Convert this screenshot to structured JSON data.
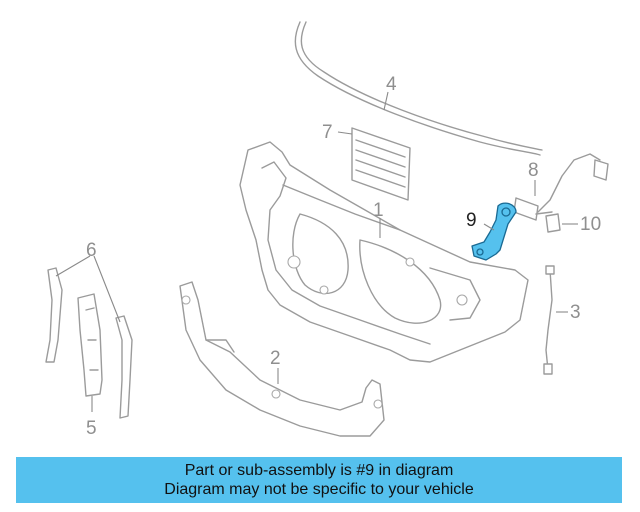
{
  "diagram": {
    "highlight_color": "#55c1ee",
    "callouts": [
      {
        "id": "1",
        "label": "1"
      },
      {
        "id": "2",
        "label": "2"
      },
      {
        "id": "3",
        "label": "3"
      },
      {
        "id": "4",
        "label": "4"
      },
      {
        "id": "5",
        "label": "5"
      },
      {
        "id": "6",
        "label": "6"
      },
      {
        "id": "7",
        "label": "7"
      },
      {
        "id": "8",
        "label": "8"
      },
      {
        "id": "9",
        "label": "9",
        "highlighted": true
      },
      {
        "id": "10",
        "label": "10"
      }
    ]
  },
  "banner": {
    "line1": "Part or sub-assembly is #9 in diagram",
    "line2": "Diagram may not be specific to your vehicle",
    "background": "#55c1ee"
  }
}
